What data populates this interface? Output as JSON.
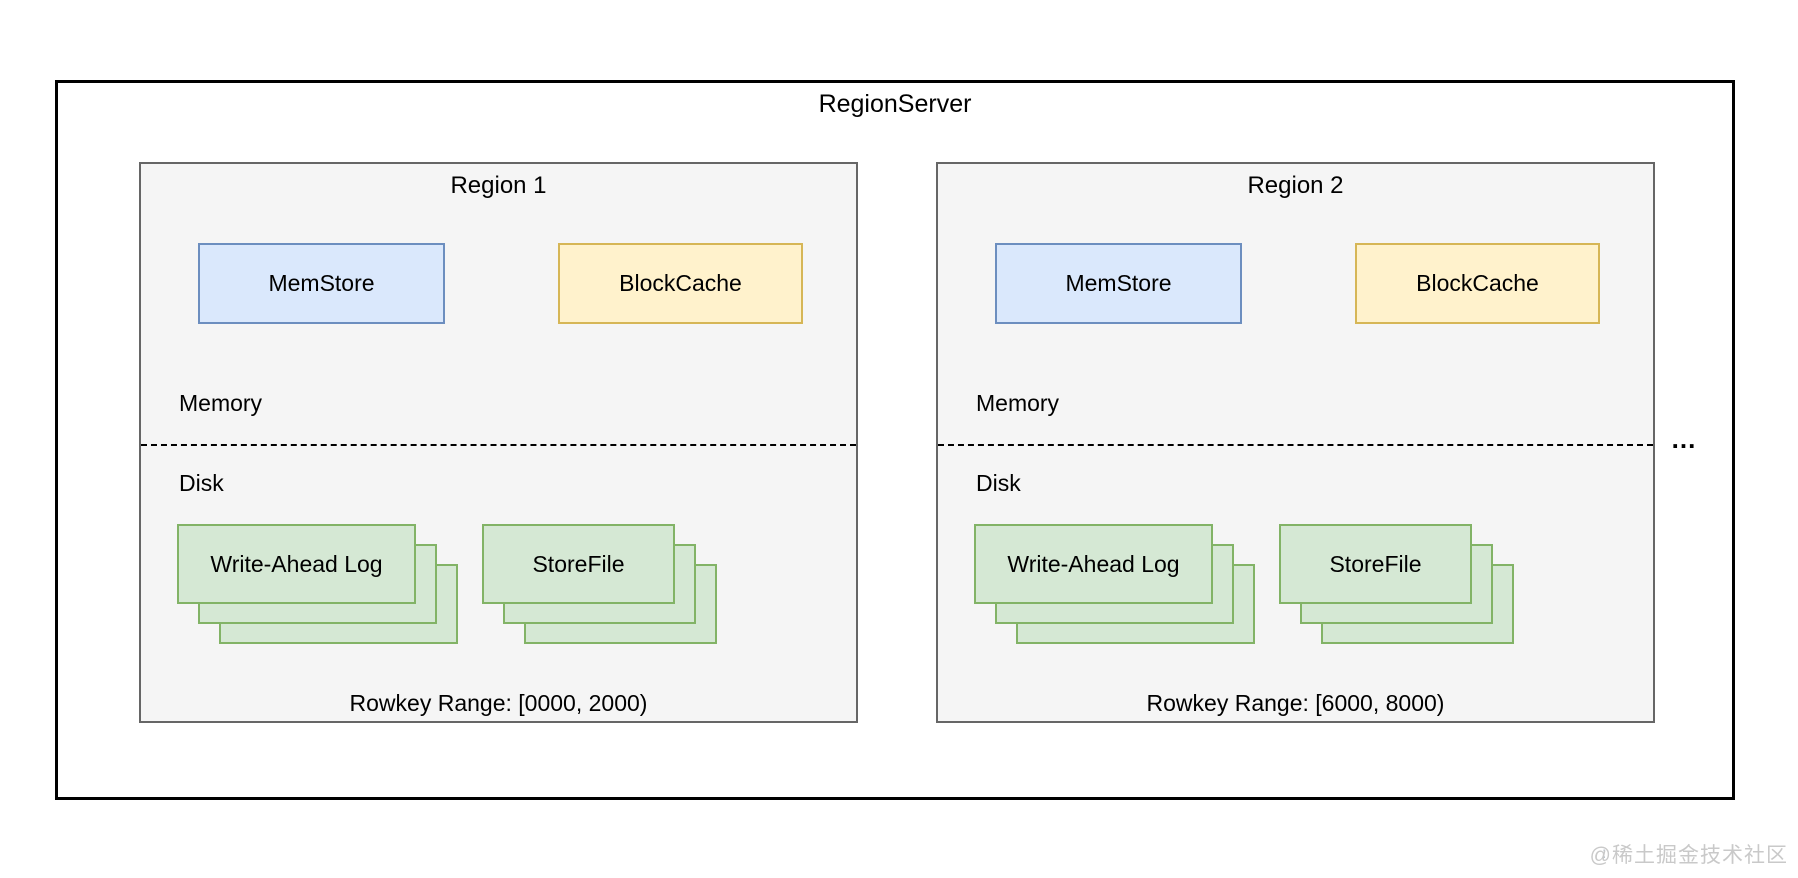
{
  "diagram": {
    "title": "RegionServer",
    "ellipsis": "...",
    "regions": [
      {
        "title": "Region 1",
        "memstore_label": "MemStore",
        "blockcache_label": "BlockCache",
        "memory_label": "Memory",
        "disk_label": "Disk",
        "wal_label": "Write-Ahead Log",
        "storefile_label": "StoreFile",
        "rowkey_range": "Rowkey Range: [0000, 2000)"
      },
      {
        "title": "Region 2",
        "memstore_label": "MemStore",
        "blockcache_label": "BlockCache",
        "memory_label": "Memory",
        "disk_label": "Disk",
        "wal_label": "Write-Ahead Log",
        "storefile_label": "StoreFile",
        "rowkey_range": "Rowkey Range: [6000, 8000)"
      }
    ],
    "colors": {
      "outer_border": "#000000",
      "region_fill": "#f5f5f5",
      "region_border": "#666666",
      "memstore_fill": "#dae8fc",
      "memstore_border": "#6c8ebf",
      "blockcache_fill": "#fff2cc",
      "blockcache_border": "#d6b656",
      "stack_fill": "#d5e8d4",
      "stack_border": "#82b366",
      "divider": "#000000",
      "watermark_text": "#c9c9c9"
    }
  },
  "watermark": {
    "text": "@稀土掘金技术社区",
    "mark": ":"
  }
}
